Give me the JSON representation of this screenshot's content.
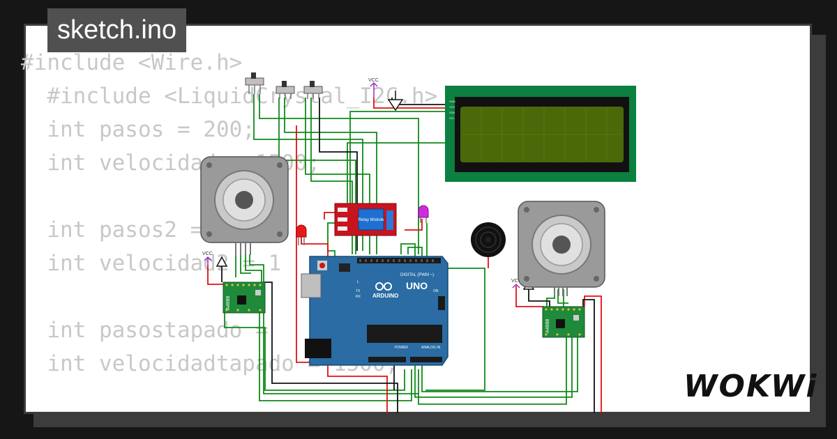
{
  "title": "sketch.ino",
  "code_lines": [
    "#include <Wire.h>",
    "  #include <LiquidCrystal_I2C.h>",
    "  int pasos = 200;",
    "  int velocidad = 1500;",
    "",
    "  int pasos2 = 100;",
    "  int velocidad2 = 1",
    "",
    "  int pasostapado = ",
    "  int velocidadtapado = 1500;"
  ],
  "brand": "WOKWi",
  "circuit": {
    "vcc_label": "VCC",
    "driver_label": "A4988",
    "relay_label": "Relay Module",
    "arduino_brand": "ARDUINO",
    "arduino_model": "UNO",
    "digital_label": "DIGITAL (PWM ~)",
    "analog_label": "ANALOG IN",
    "power_label": "POWER",
    "on_label": "ON",
    "tx_label": "TX",
    "rx_label": "RX",
    "l_label": "L",
    "lcd_pins": [
      "GND",
      "VCC",
      "SDA",
      "SCL"
    ]
  },
  "colors": {
    "wire_green": "#0f8a1a",
    "wire_red": "#e01010",
    "wire_black": "#111111",
    "board_blue": "#2a6ca3",
    "lcd_bezel": "#0b8040",
    "lcd_screen": "#4a6a0a",
    "driver_green": "#1e8a3a",
    "relay_red": "#c8141e"
  }
}
